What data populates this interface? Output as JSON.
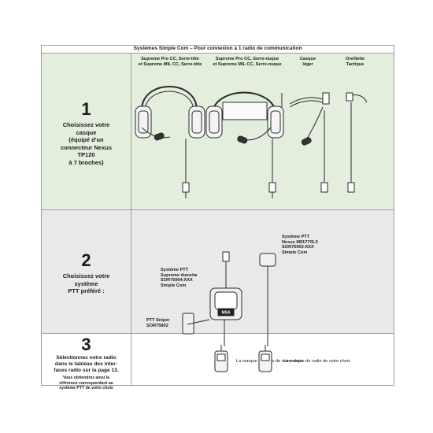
{
  "header": {
    "title": "Systèmes Simple Com – Pour connexion à 1 radio de communication"
  },
  "columns": [
    {
      "label": "Supreme Pro CC, Serre-tête\net Supreme MIL CC, Serre-tête"
    },
    {
      "label": "Supreme Pro CC, Serre-nuque\net Supreme MIL CC, Serre-nuque"
    },
    {
      "label": "Casque\nléger"
    },
    {
      "label": "Oreillette\nTactique"
    }
  ],
  "steps": [
    {
      "number": "1",
      "text": "Choisissez votre\ncasque\n(équipé d'un\nconnecteur Nexus\nTP120\nà 7 broches)"
    },
    {
      "number": "2",
      "text": "Choisissez votre\nsystème\nPTT préféré :"
    },
    {
      "number": "3",
      "text": "Sélectionnez votre radio\ndans le tableau des inter-\nfaces radio sur la page 13.",
      "subtext": "Vous obtiendrez ainsi la\nréférence correspondant au\nsystème PTT de votre choix"
    }
  ],
  "ptt": {
    "nexus": "Système PTT\nNexus M9177/S-2\nSOR75903-XXX\nSimple Com",
    "supreme": "Système PTT\nSupreme étanche\nSOR75904-XXX\nSimple Com",
    "sniper": "PTT Sniper\nSOR75802",
    "device_logo": "MSA"
  },
  "radio_labels": {
    "left": "La marque de radio de votre choix",
    "right": "La marque de radio de votre choix"
  }
}
